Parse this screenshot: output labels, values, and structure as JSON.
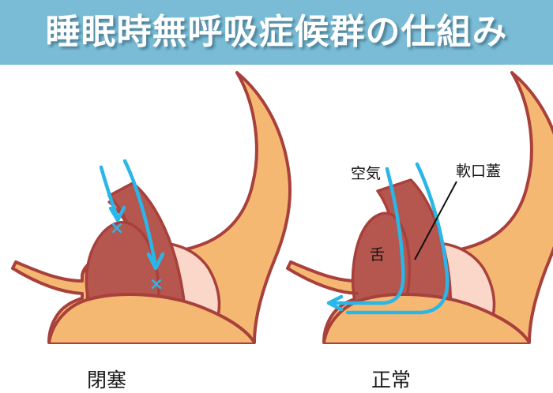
{
  "header": {
    "title": "睡眠時無呼吸症候群の仕組み",
    "background_color": "#7ABCD6",
    "text_color": "#FFFFFF"
  },
  "palette": {
    "skin_fill": "#F5B873",
    "outline": "#A8403C",
    "muscle_dark_red": "#B5564F",
    "soft_tissue_pink": "#FAD7C8",
    "inner_pale_pink": "#F7C9B4",
    "airflow_cyan": "#29B6E8",
    "leader_line": "#111111",
    "page_background": "#FFFFFF"
  },
  "panels": [
    {
      "id": "obstructed",
      "caption": "閉塞",
      "airflow_blocked": true,
      "block_markers": [
        "×",
        "×"
      ],
      "labels": []
    },
    {
      "id": "normal",
      "caption": "正常",
      "airflow_blocked": false,
      "block_markers": [],
      "labels": [
        {
          "name": "air",
          "text": "空気"
        },
        {
          "name": "soft-palate",
          "text": "軟口蓋"
        },
        {
          "name": "tongue",
          "text": "舌"
        }
      ]
    }
  ],
  "annotations": {
    "air": "空気",
    "soft_palate": "軟口蓋",
    "tongue": "舌",
    "block_marker": "×"
  }
}
